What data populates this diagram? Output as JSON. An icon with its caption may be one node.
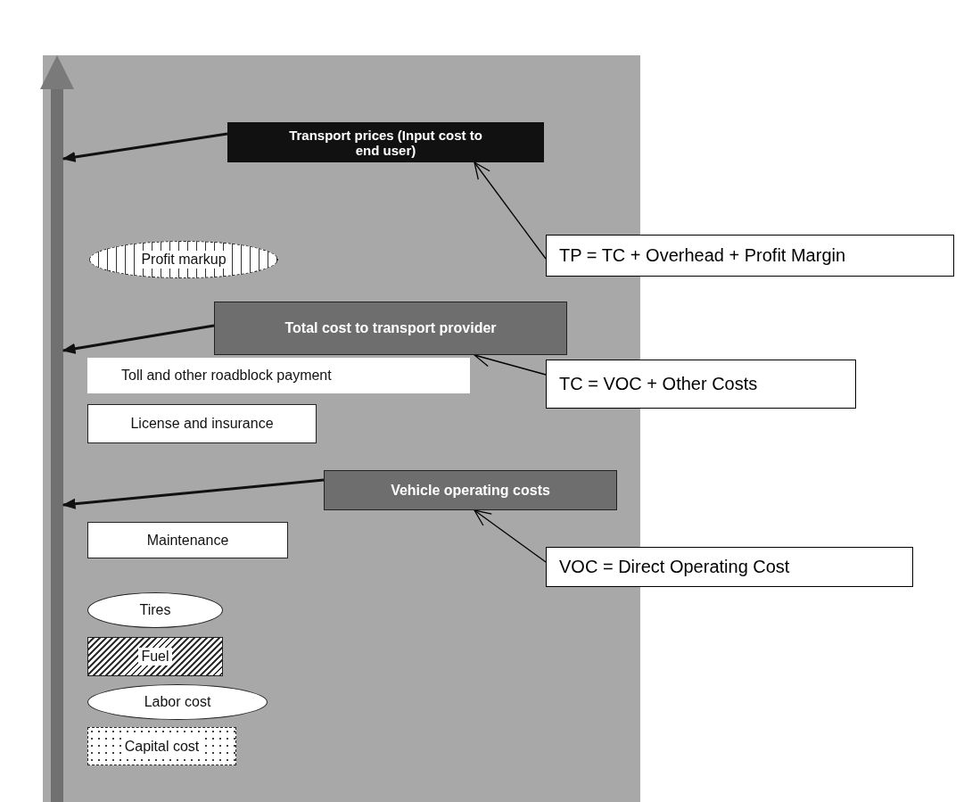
{
  "diagram": {
    "nodes": [
      {
        "text": [],
        "shape": "bar"
      },
      {
        "text": [
          "Transport prices (Input cost to end user)"
        ]
      },
      {
        "text": [
          "TP = TC + Overhead + Profit Margin"
        ]
      },
      {
        "text": [
          "Profit markup"
        ]
      },
      {
        "text": [
          "Total cost to transport provider"
        ]
      },
      {
        "text": [
          "TC = VOC + Other Costs"
        ]
      },
      {
        "text": [
          "Toll and other roadblock payment"
        ]
      },
      {
        "text": [
          "License and insurance"
        ]
      },
      {
        "text": [
          "Vehicle operating costs"
        ]
      },
      {
        "text": [
          "VOC = Direct Operating Cost"
        ]
      },
      {
        "text": [
          "Maintenance"
        ]
      },
      {
        "text": [
          "Tires"
        ]
      },
      {
        "text": [
          "Fuel"
        ]
      },
      {
        "text": [
          "Labor cost"
        ]
      },
      {
        "text": [
          "Capital cost"
        ]
      }
    ],
    "edges": [
      {
        "from": 1,
        "to": 0,
        "arrow": "to",
        "style": "thick"
      },
      {
        "from": 2,
        "to": 1,
        "arrow": "to"
      },
      {
        "from": 4,
        "to": 0,
        "arrow": "to",
        "style": "thick"
      },
      {
        "from": 5,
        "to": 4,
        "arrow": "to"
      },
      {
        "from": 8,
        "to": 0,
        "arrow": "to",
        "style": "thick"
      },
      {
        "from": 9,
        "to": 8,
        "arrow": "to"
      }
    ]
  }
}
